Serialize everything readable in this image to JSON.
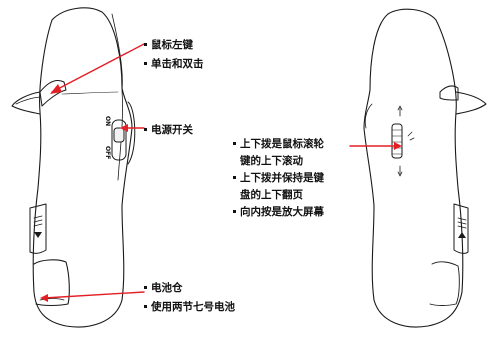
{
  "labels": {
    "left_click": "鼠标左键",
    "single_double_click": "单击和双击",
    "power_switch": "电源开关",
    "switch_on": "ON",
    "switch_off": "OFF",
    "wheel_line1": "上下拨是鼠标滚轮",
    "wheel_line2": "键的上下滚动",
    "wheel_line3": "上下拨并保持是键",
    "wheel_line4": "盘的上下翻页",
    "wheel_line5": "向内按是放大屏幕",
    "battery_compartment": "电池仓",
    "battery_type": "使用两节七号电池"
  },
  "colors": {
    "outline": "#1a1a1a",
    "arrow": "#e31e24",
    "text": "#111111",
    "background": "#ffffff"
  },
  "icons": [
    "triangle-down-icon",
    "triangle-up-icon"
  ]
}
